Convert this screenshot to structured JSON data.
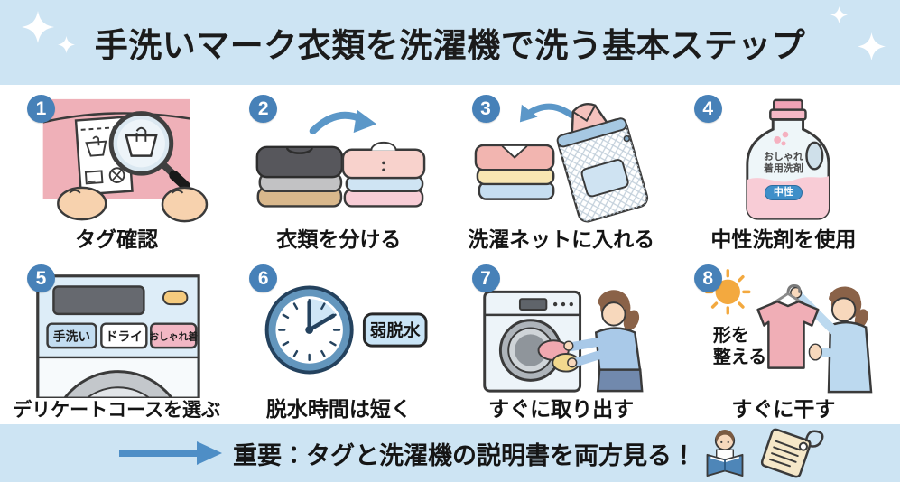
{
  "header": {
    "title": "手洗いマーク衣類を洗濯機で洗う基本ステップ"
  },
  "steps": [
    {
      "number": "1",
      "label": "タグ確認"
    },
    {
      "number": "2",
      "label": "衣類を分ける"
    },
    {
      "number": "3",
      "label": "洗濯ネットに入れる"
    },
    {
      "number": "4",
      "label": "中性洗剤を使用",
      "bottle": {
        "line1": "おしゃれ",
        "line2": "着用洗剤",
        "badge": "中性"
      }
    },
    {
      "number": "5",
      "label": "デリケートコースを選ぶ",
      "course_buttons": [
        "手洗い",
        "ドライ",
        "おしゃれ着"
      ]
    },
    {
      "number": "6",
      "label": "脱水時間は短く",
      "spin_badge": "弱脱水"
    },
    {
      "number": "7",
      "label": "すぐに取り出す"
    },
    {
      "number": "8",
      "label": "すぐに干す",
      "note": {
        "line1": "形を",
        "line2": "整える"
      }
    }
  ],
  "footer": {
    "text": "重要：タグと洗濯機の説明書を両方見る！"
  },
  "colors": {
    "band_bg": "#cde4f3",
    "badge_blue": "#4781b8",
    "arrow_blue": "#4e8ec6",
    "step1_pink": "#efb0b8",
    "detergent_badge_blue": "#3f8fc9"
  }
}
